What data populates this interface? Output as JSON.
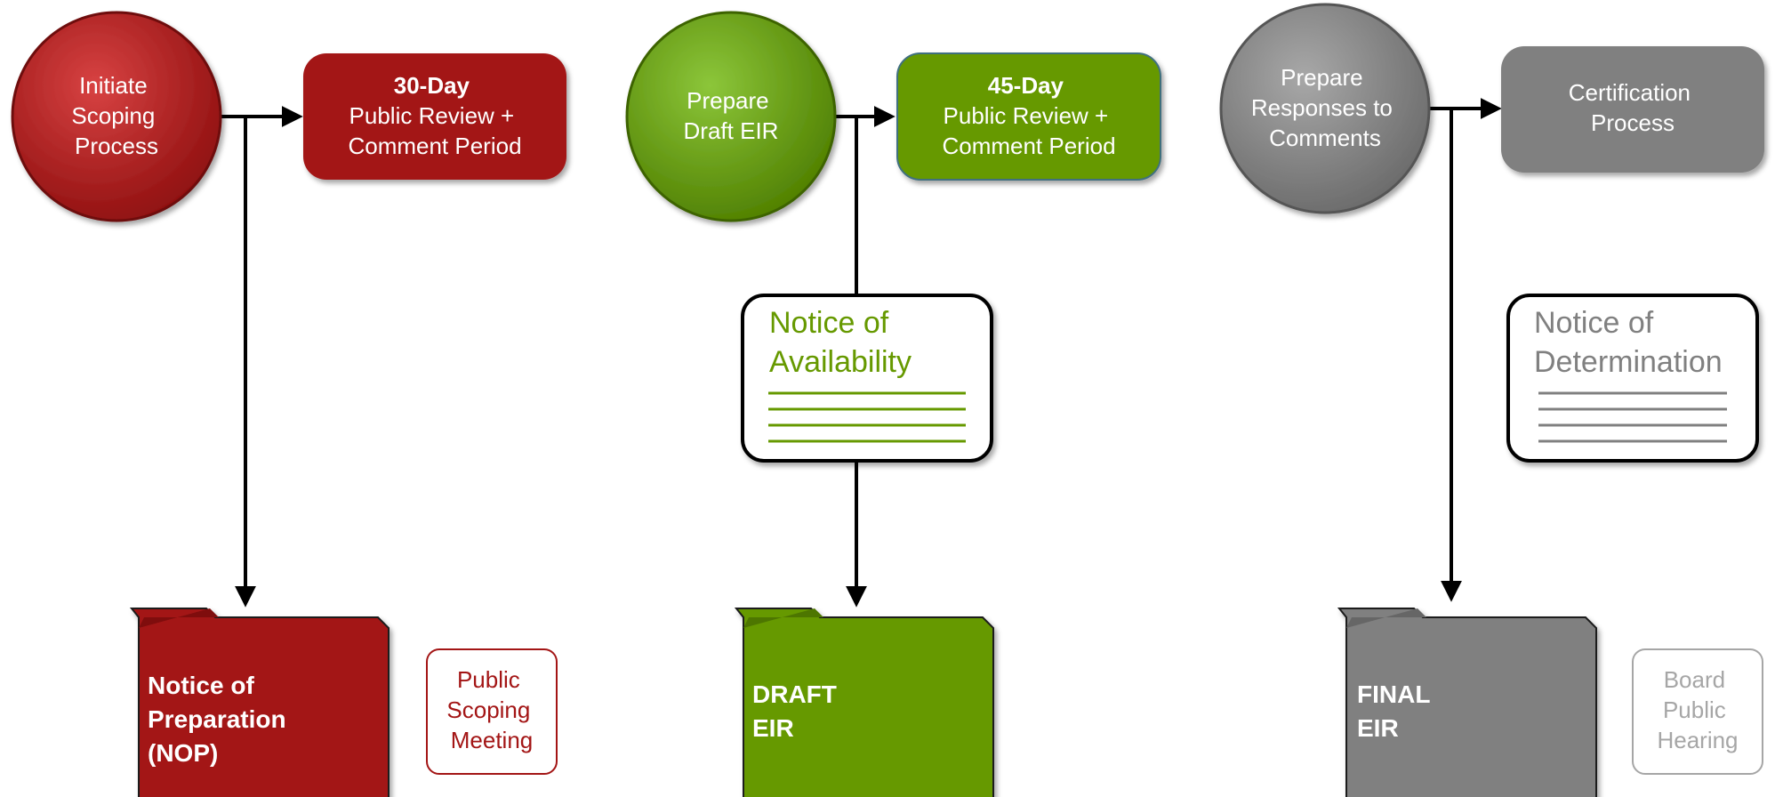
{
  "colors": {
    "red": "#A31515",
    "green": "#669900",
    "gray": "#808080",
    "connector": "#000000"
  },
  "icons": {
    "document": "notice-document-icon",
    "folder": "folder-icon"
  },
  "phases": {
    "nop": {
      "circle": [
        "Initiate",
        "Scoping",
        "Process"
      ],
      "box_bold": "30-Day",
      "box_lines": [
        "Public Review +",
        "Comment Period"
      ],
      "folder": [
        "Notice of",
        "Preparation",
        "(NOP)"
      ],
      "side_box": [
        "Public",
        "Scoping",
        "Meeting"
      ]
    },
    "draft": {
      "circle": [
        "Prepare",
        "Draft EIR"
      ],
      "box_bold": "45-Day",
      "box_lines": [
        "Public Review +",
        "Comment Period"
      ],
      "notice": [
        "Notice of",
        "Availability"
      ],
      "folder": [
        "DRAFT",
        "EIR"
      ]
    },
    "final": {
      "circle": [
        "Prepare",
        "Responses to",
        "Comments"
      ],
      "box_lines": [
        "Certification",
        "Process"
      ],
      "notice": [
        "Notice of",
        "Determination"
      ],
      "folder": [
        "FINAL",
        "EIR"
      ],
      "side_box": [
        "Board",
        "Public",
        "Hearing"
      ]
    }
  }
}
